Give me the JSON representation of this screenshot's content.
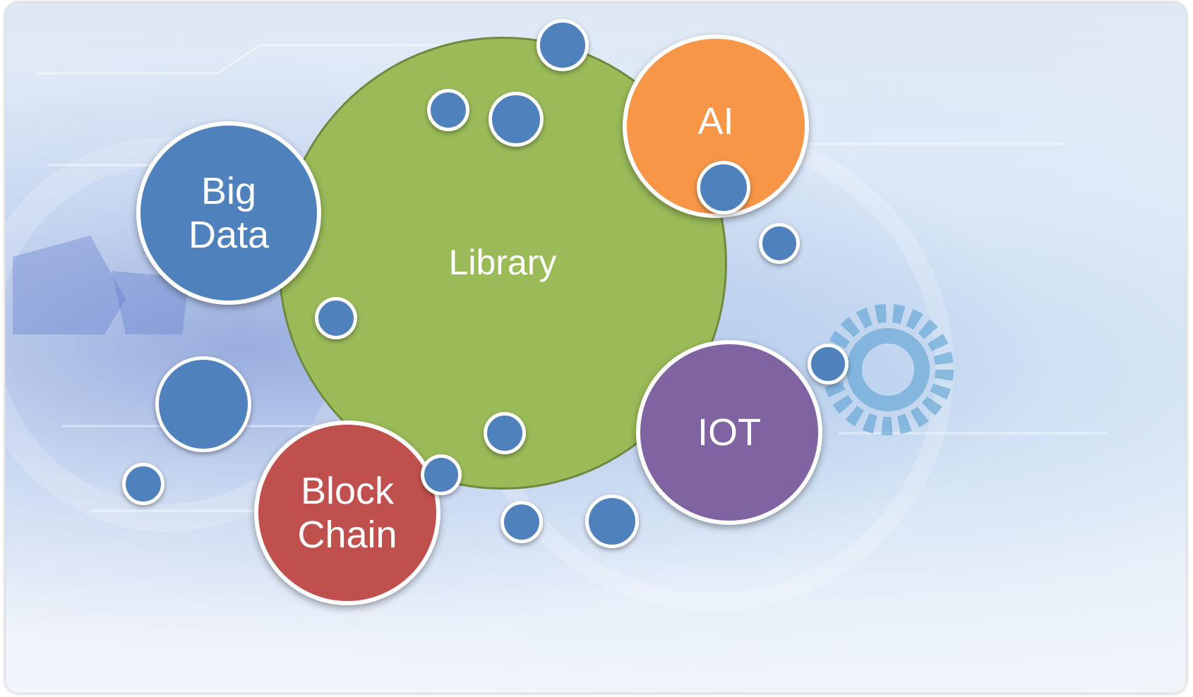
{
  "diagram": {
    "center": {
      "label": "Library",
      "color": "#9bbb59"
    },
    "topics": [
      {
        "id": "big-data",
        "lines": [
          "Big",
          "Data"
        ],
        "color": "#4f81bd"
      },
      {
        "id": "ai",
        "lines": [
          "AI"
        ],
        "color": "#f79646"
      },
      {
        "id": "iot",
        "lines": [
          "IOT"
        ],
        "color": "#8064a2"
      },
      {
        "id": "block-chain",
        "lines": [
          "Block",
          "Chain"
        ],
        "color": "#c0504d"
      }
    ],
    "dot_color": "#4f81bd"
  }
}
